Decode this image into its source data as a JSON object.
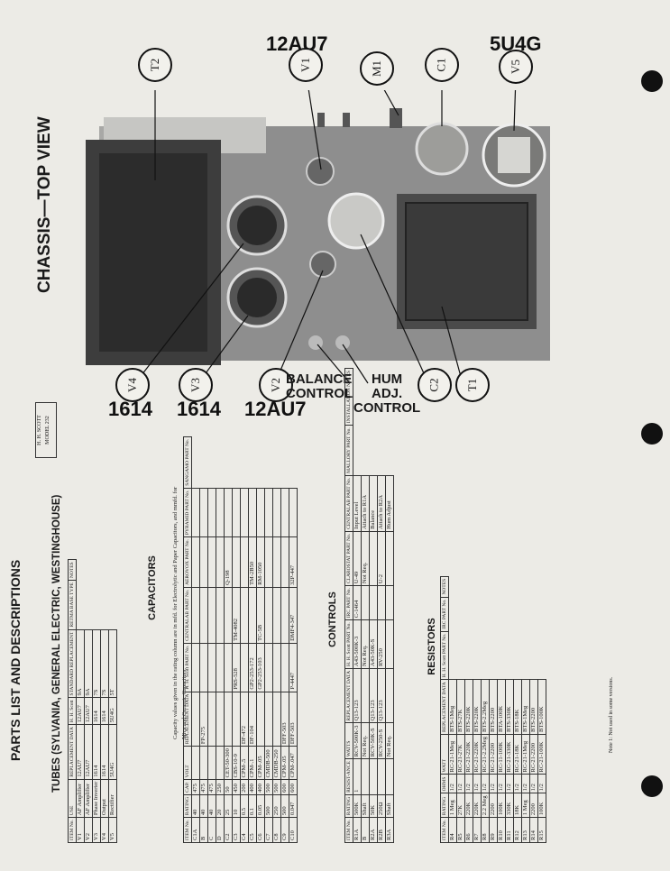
{
  "view_title": "CHASSIS—TOP VIEW",
  "tube_types": {
    "v1": "12AU7",
    "v5": "5U4G",
    "v4": "1614",
    "v3": "1614",
    "v2": "12AU7"
  },
  "callouts": [
    "T2",
    "V1",
    "M1",
    "C1",
    "V5",
    "V4",
    "V3",
    "V2",
    "C2",
    "T1"
  ],
  "controls_labels": {
    "balance": "BALANCE\nCONTROL",
    "hum": "HUM\nADJ.\nCONTROL"
  },
  "header": {
    "title": "PARTS LIST AND DESCRIPTIONS",
    "subtitle": "TUBES (SYLVANIA, GENERAL ELECTRIC, WESTINGHOUSE)",
    "model_box": "H. H. SCOTT\nMODEL 232"
  },
  "tubes": {
    "headers": [
      "ITEM No.",
      "USE",
      "REPLACEMENT DATA",
      "H. H. Scott",
      "STANDARD REPLACEMENT",
      "RETMA BASE TYPE",
      "NOTES"
    ],
    "rows": [
      [
        "V1",
        "AF Amplifier",
        "12AU7",
        "12AU7",
        "9A"
      ],
      [
        "V2",
        "AF Amplifier",
        "12AU7",
        "12AU7",
        "9A"
      ],
      [
        "V3",
        "Phase Inverter",
        "1614",
        "1614",
        "7S"
      ],
      [
        "V4",
        "Output",
        "1614",
        "1614",
        "7S"
      ],
      [
        "V5",
        "Rectifier",
        "5U4G",
        "5U4G",
        "5T"
      ]
    ]
  },
  "capacitors": {
    "title": "CAPACITORS",
    "note": "Capacity values given in the rating column are in mfd. for Electrolytic and Paper Capacitors, and mmfd. for Mica and Ceramic Capacitors.",
    "headers": [
      "ITEM No.",
      "RATING",
      "CAP.",
      "VOLT",
      "REPLACEMENT DATA",
      "H. H. Scott PART No.",
      "CENTRALAB PART No.",
      "AEROVOX PART No.",
      "PYRAMID PART No.",
      "SANGAMO PART No."
    ],
    "rows": [
      [
        "C1A",
        "40",
        "475",
        "",
        "",
        "",
        "",
        "",
        ""
      ],
      [
        "B",
        "40",
        "475",
        "",
        "FP-275",
        "",
        "",
        "",
        ""
      ],
      [
        "C",
        "40",
        "475",
        "",
        "",
        "",
        "",
        "",
        ""
      ],
      [
        "D",
        "20",
        "250",
        "",
        "",
        "",
        "",
        "",
        ""
      ],
      [
        "C2",
        "25",
        "50",
        "CET-50-300",
        "",
        "",
        "",
        "Q-198",
        ""
      ],
      [
        "C3",
        "10",
        "450",
        "CBS-10-9",
        "",
        "PRS-528",
        "TM-4082",
        "",
        ""
      ],
      [
        "C4",
        "0.5",
        "200",
        "CPM-.5",
        "DF-472",
        "",
        "",
        "",
        ""
      ],
      [
        "C5",
        "0.1",
        "400",
        "CPM-.1",
        "DF-104",
        "GP2-253-172",
        "",
        "TM-2B50",
        ""
      ],
      [
        "C6",
        "0.05",
        "400",
        "CPM-.05",
        "",
        "GP2-253-103",
        "TC-5B",
        "RM-1050",
        ""
      ],
      [
        "C7",
        "500",
        "500",
        "CMDB-500",
        "",
        "",
        "",
        "",
        ""
      ],
      [
        "C8",
        "250",
        "500",
        "CMDB-250",
        "",
        "",
        "",
        "",
        ""
      ],
      [
        "C9",
        "500",
        "600",
        "CPM-.05",
        "DFF-503",
        "",
        "",
        "",
        ""
      ],
      [
        "C10",
        "0.047",
        "600",
        "CPM-.047",
        "DFF-503",
        "P-4447",
        "DMF4-347",
        "32P-447",
        ""
      ]
    ]
  },
  "controls": {
    "title": "CONTROLS",
    "headers": [
      "ITEM No.",
      "RATING",
      "RESIST-ANCE",
      "WATTS",
      "REPLACEMENT DATA",
      "H. H. Scott PART No.",
      "IRC PART No.",
      "CLAROSTAT PART No.",
      "CENTRALAB PART No.",
      "MALLORY PART No.",
      "INSTALLATION NOTES"
    ],
    "rows": [
      [
        "R1A",
        "500K",
        "1",
        "RCV-500K-3",
        "Q13-123",
        "A43-500K-3",
        "C-1464",
        "U-49",
        "Input Level"
      ],
      [
        "B",
        "Shaft",
        "",
        "Not Req.",
        "",
        "Not Req.",
        "",
        "Not Req.",
        "Attach to R1A"
      ],
      [
        "R2A",
        "50K",
        "",
        "RCV-50K-S",
        "Q13-123",
        "A43-50K-S",
        "",
        "",
        "Balance"
      ],
      [
        "R2B",
        "250Ω",
        "",
        "RCV-250-S",
        "Q13-123",
        "RV-250",
        "",
        "U-2",
        "Attach to R2A"
      ],
      [
        "R3A",
        "Shaft",
        "",
        "Not Req.",
        "",
        "",
        "",
        "",
        "Hum Adjust"
      ]
    ]
  },
  "resistors": {
    "title": "RESISTORS",
    "headers": [
      "ITEM No.",
      "RATING",
      "OHMS",
      "WATT",
      "REPLACEMENT DATA",
      "H. H. Scott PART No.",
      "IRC PART No.",
      "NOTES"
    ],
    "rows": [
      [
        "R4",
        "1 Meg",
        "1/2",
        "RC-21-1Meg",
        "BTS-1Meg"
      ],
      [
        "R5",
        "27K",
        "1/2",
        "RC-21-27K",
        "BTS-27K"
      ],
      [
        "R6",
        "220K",
        "1/2",
        "RC-21-220K",
        "BTS-220K"
      ],
      [
        "R7",
        "220K",
        "1/2",
        "RC-21-220K",
        "BTS-220K"
      ],
      [
        "R8",
        "2.2 Meg",
        "1/2",
        "RC-21-2.2Meg",
        "BTS-2.2Meg"
      ],
      [
        "R9",
        "2200",
        "1/2",
        "RC-21-2200",
        "BTS-2200"
      ],
      [
        "R10",
        "100K",
        "1/2",
        "RC-11-100K",
        "BTA-100K"
      ],
      [
        "R11",
        "330K",
        "1/2",
        "RC-21-330K",
        "BTS-330K"
      ],
      [
        "R12",
        "18K",
        "1/2",
        "RC-21-18K",
        "BTS-18K"
      ],
      [
        "R13",
        "1 Meg",
        "1/2",
        "RC-21-1Meg",
        "BTS-1Meg"
      ],
      [
        "R14",
        "2200",
        "1/2",
        "RC-21-2200",
        "BTS-2200"
      ],
      [
        "R15",
        "100K",
        "1/2",
        "RC-21-100K",
        "BTS-100K"
      ]
    ],
    "note": "Note 1: Not used in some versions."
  }
}
